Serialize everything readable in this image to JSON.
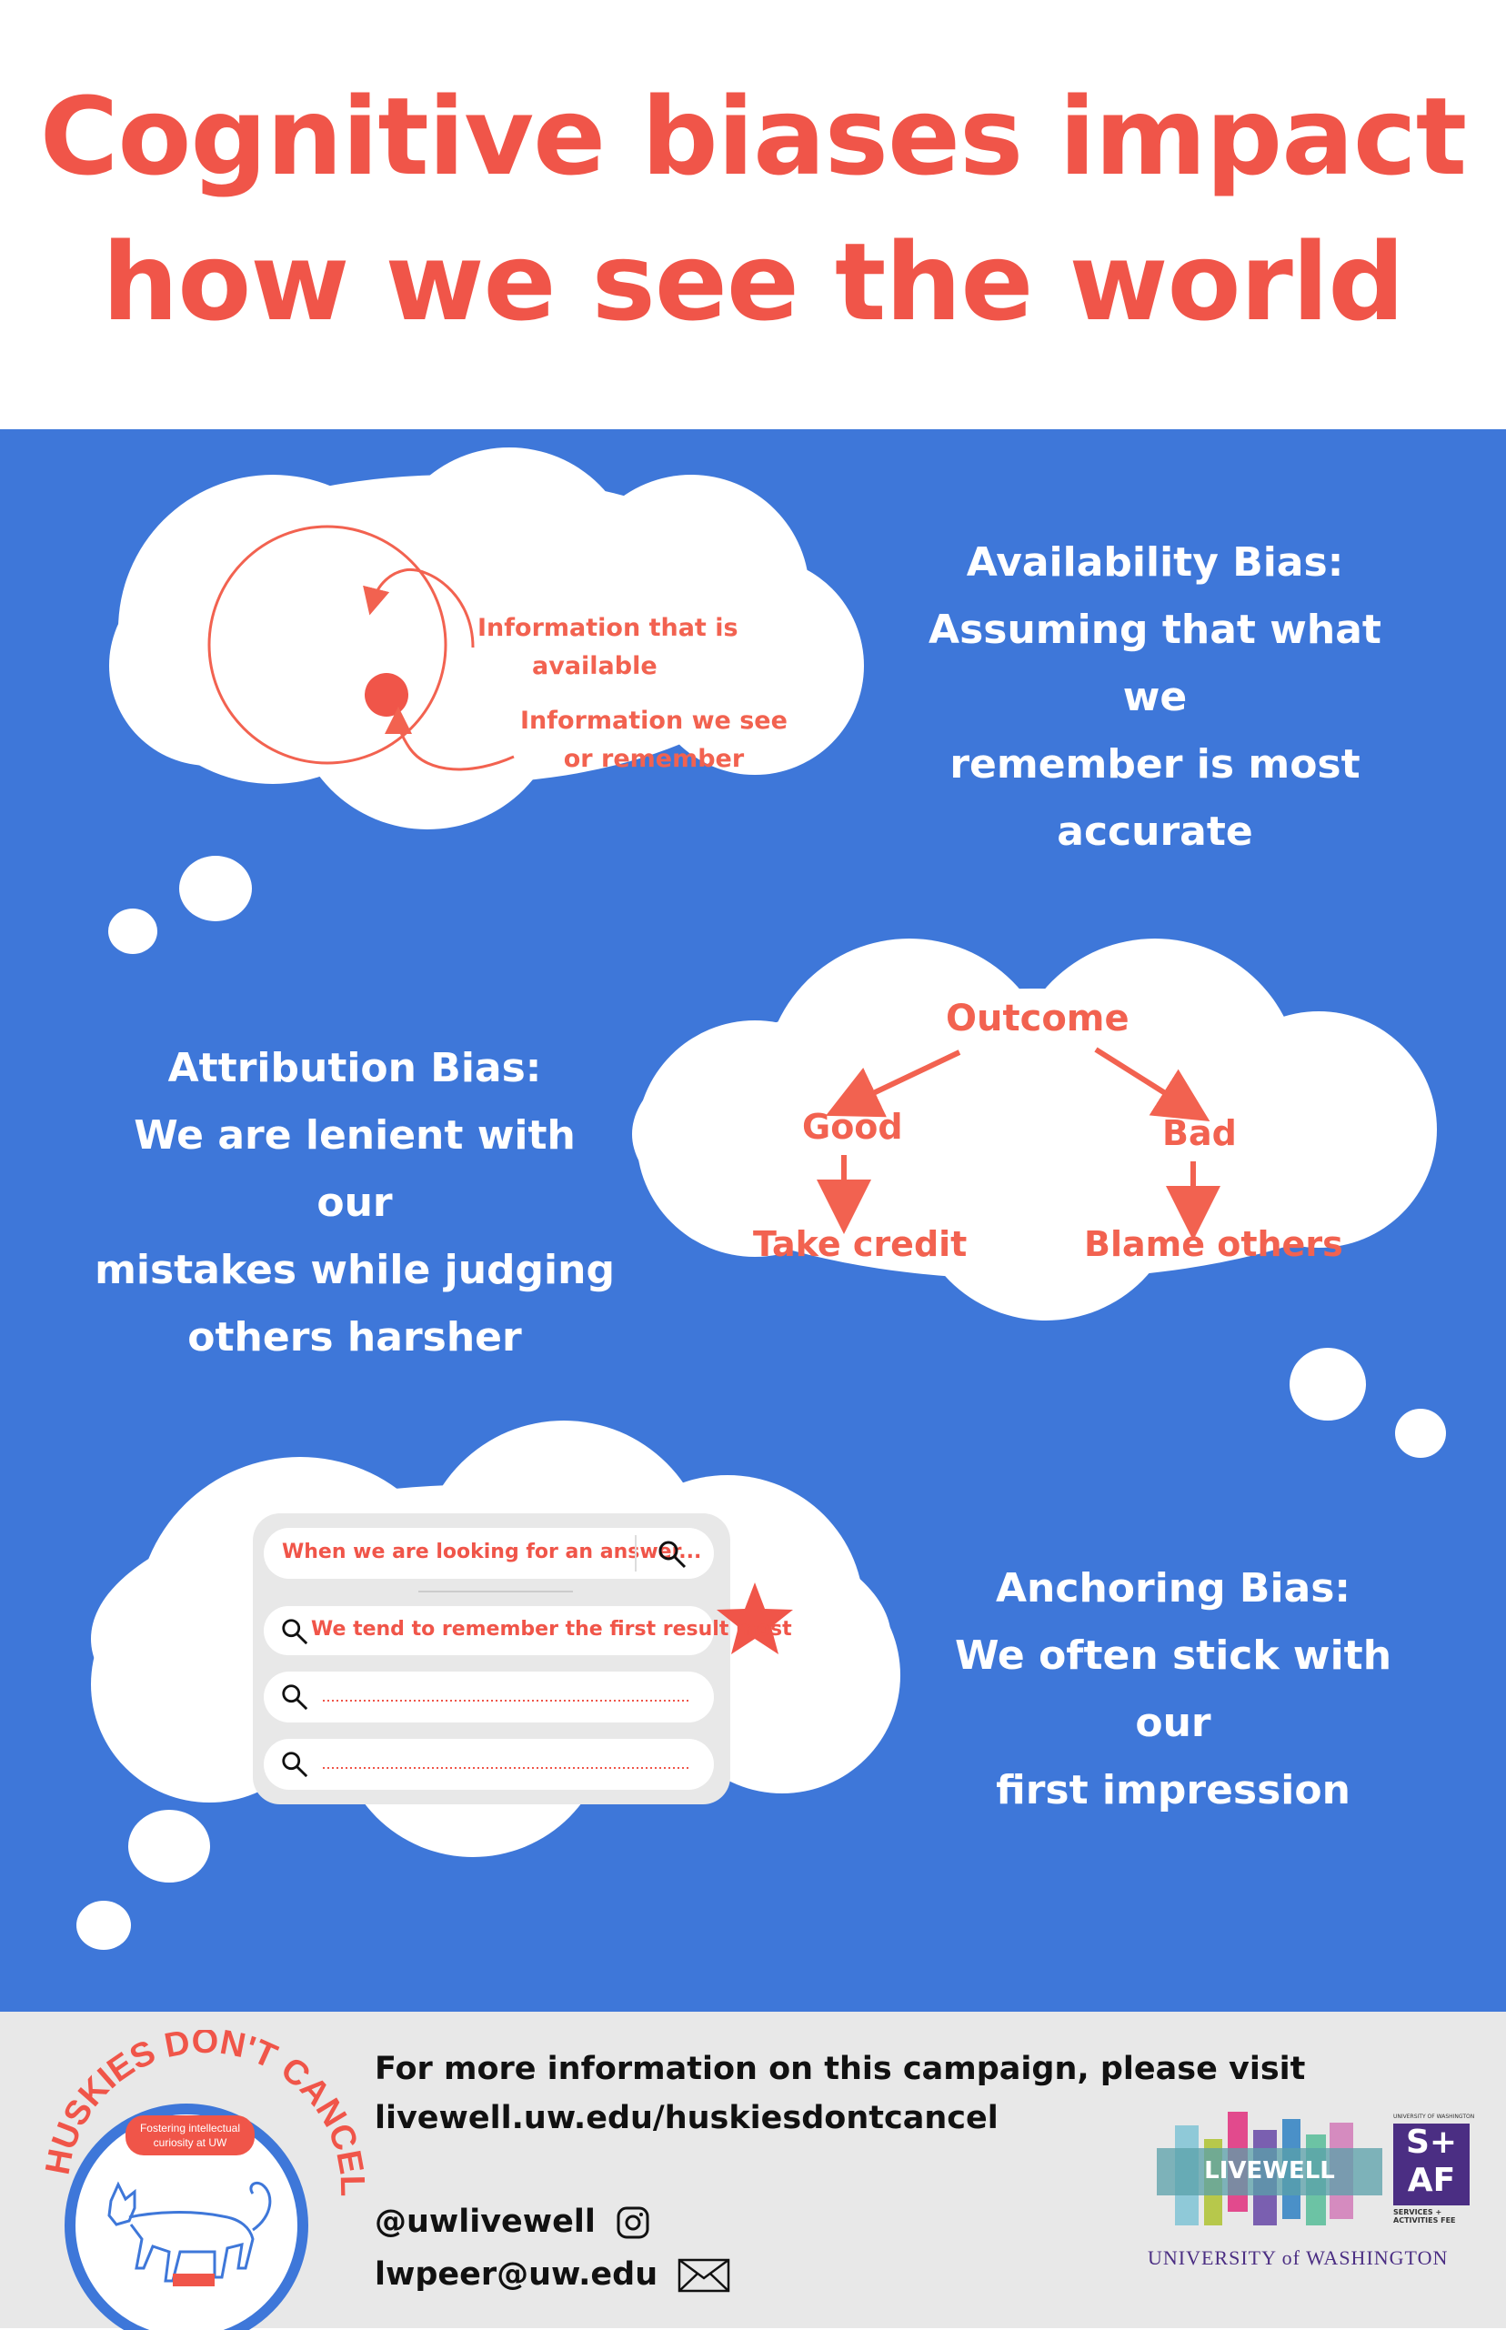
{
  "title": {
    "line1": "Cognitive biases impact",
    "line2": "how we see the world"
  },
  "availability": {
    "heading": "Availability Bias:",
    "line1": "Assuming that what we",
    "line2": "remember is most",
    "line3": "accurate",
    "diagram_label1_a": "Information that is",
    "diagram_label1_b": "available",
    "diagram_label2_a": "Information we see",
    "diagram_label2_b": "or remember"
  },
  "attribution": {
    "heading": "Attribution Bias:",
    "line1": "We are lenient with our",
    "line2": "mistakes while judging",
    "line3": "others harsher",
    "outcome": "Outcome",
    "good": "Good",
    "bad": "Bad",
    "take_credit": "Take credit",
    "blame_others": "Blame others"
  },
  "anchoring": {
    "heading": "Anchoring Bias:",
    "line1": "We often stick with our",
    "line2": "first impression",
    "search_query": "When we are looking for an answer...",
    "first_result": "We tend to remember the first result most"
  },
  "footer": {
    "logo_arc": "HUSKIES DON'T CANCEL",
    "logo_bubble_1": "Fostering intellectual",
    "logo_bubble_2": "curiosity at UW",
    "info_line1": "For more information on this campaign, please visit",
    "info_line2": "livewell.uw.edu/huskiesdontcancel",
    "instagram": "@uwlivewell",
    "email": "lwpeer@uw.edu",
    "livewell": "LIVEWELL",
    "uw": "UNIVERSITY of WASHINGTON",
    "saf_top": "UNIVERSITY OF WASHINGTON",
    "saf_mark1": "S+",
    "saf_mark2": "AF",
    "saf_bottom1": "SERVICES +",
    "saf_bottom2": "ACTIVITIES FEE"
  },
  "colors": {
    "accent": "#f05549",
    "panel": "#3e77d9",
    "footer": "#e8e8e8",
    "uw_purple": "#4b2e83"
  }
}
